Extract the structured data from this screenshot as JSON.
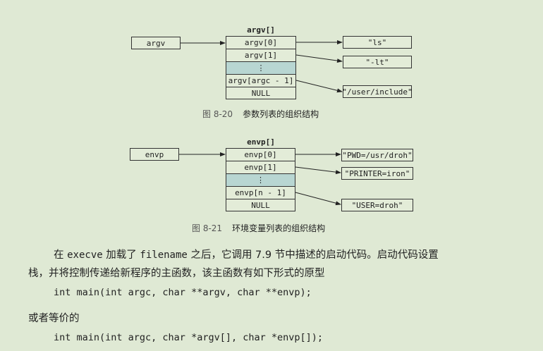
{
  "figure1": {
    "header": "argv[]",
    "pointer_label": "argv",
    "cells": [
      "argv[0]",
      "argv[1]",
      "⋮",
      "argv[argc - 1]",
      "NULL"
    ],
    "targets": [
      "\"ls\"",
      "\"-lt\"",
      "\"/user/include\""
    ],
    "caption_number": "图 8-20",
    "caption_text": "参数列表的组织结构"
  },
  "figure2": {
    "header": "envp[]",
    "pointer_label": "envp",
    "cells": [
      "envp[0]",
      "envp[1]",
      "⋮",
      "envp[n - 1]",
      "NULL"
    ],
    "targets": [
      "\"PWD=/usr/droh\"",
      "\"PRINTER=iron\"",
      "\"USER=droh\""
    ],
    "caption_number": "图 8-21",
    "caption_text": "环境变量列表的组织结构"
  },
  "paragraph": {
    "line1_a": "在 ",
    "line1_code1": "execve",
    "line1_b": " 加载了 ",
    "line1_code2": "filename",
    "line1_c": " 之后，它调用 7.9 节中描述的启动代码。启动代码设置",
    "line2": "栈，并将控制传递给新程序的主函数，该主函数有如下形式的原型"
  },
  "code1": "int main(int argc, char **argv, char **envp);",
  "or_text": "或者等价的",
  "code2": "int main(int argc, char *argv[], char *envp[]);"
}
